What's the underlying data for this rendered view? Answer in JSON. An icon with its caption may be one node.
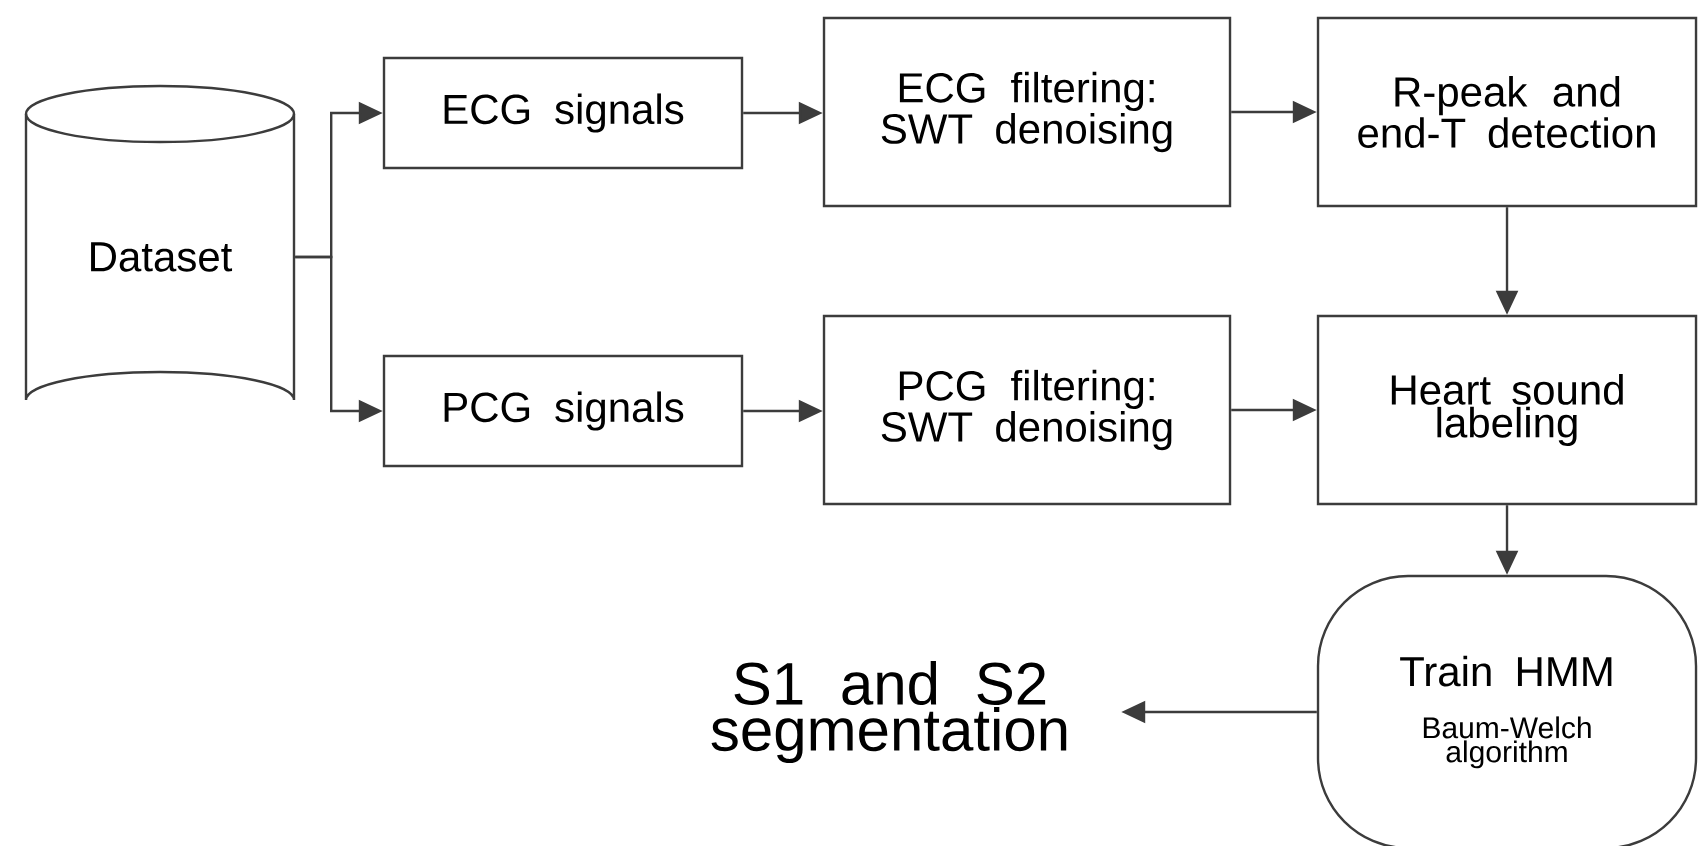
{
  "diagram": {
    "nodes": [
      {
        "text": [
          "Dataset"
        ]
      },
      {
        "text": [
          "ECG signals"
        ]
      },
      {
        "text": [
          "PCG signals"
        ]
      },
      {
        "text": [
          "ECG filtering: SWT denoising"
        ]
      },
      {
        "text": [
          "R-peak and end-T detection"
        ]
      },
      {
        "text": [
          "PCG filtering: SWT denoising"
        ]
      },
      {
        "text": [
          "Heart sound labeling"
        ]
      },
      {
        "text": [
          "Train HMM",
          "Baum-Welch algorithm"
        ]
      },
      {
        "text": [
          "S1 and S2 segmentation"
        ]
      }
    ],
    "edges": [
      {
        "from": 0,
        "to": 1,
        "arrow": "to"
      },
      {
        "from": 0,
        "to": 2,
        "arrow": "to"
      },
      {
        "from": 1,
        "to": 3,
        "arrow": "to"
      },
      {
        "from": 2,
        "to": 5,
        "arrow": "to"
      },
      {
        "from": 3,
        "to": 4,
        "arrow": "to"
      },
      {
        "from": 4,
        "to": 6,
        "arrow": "to"
      },
      {
        "from": 5,
        "to": 6,
        "arrow": "to"
      },
      {
        "from": 6,
        "to": 7,
        "arrow": "to"
      },
      {
        "from": 7,
        "to": 8,
        "arrow": "to"
      }
    ]
  }
}
